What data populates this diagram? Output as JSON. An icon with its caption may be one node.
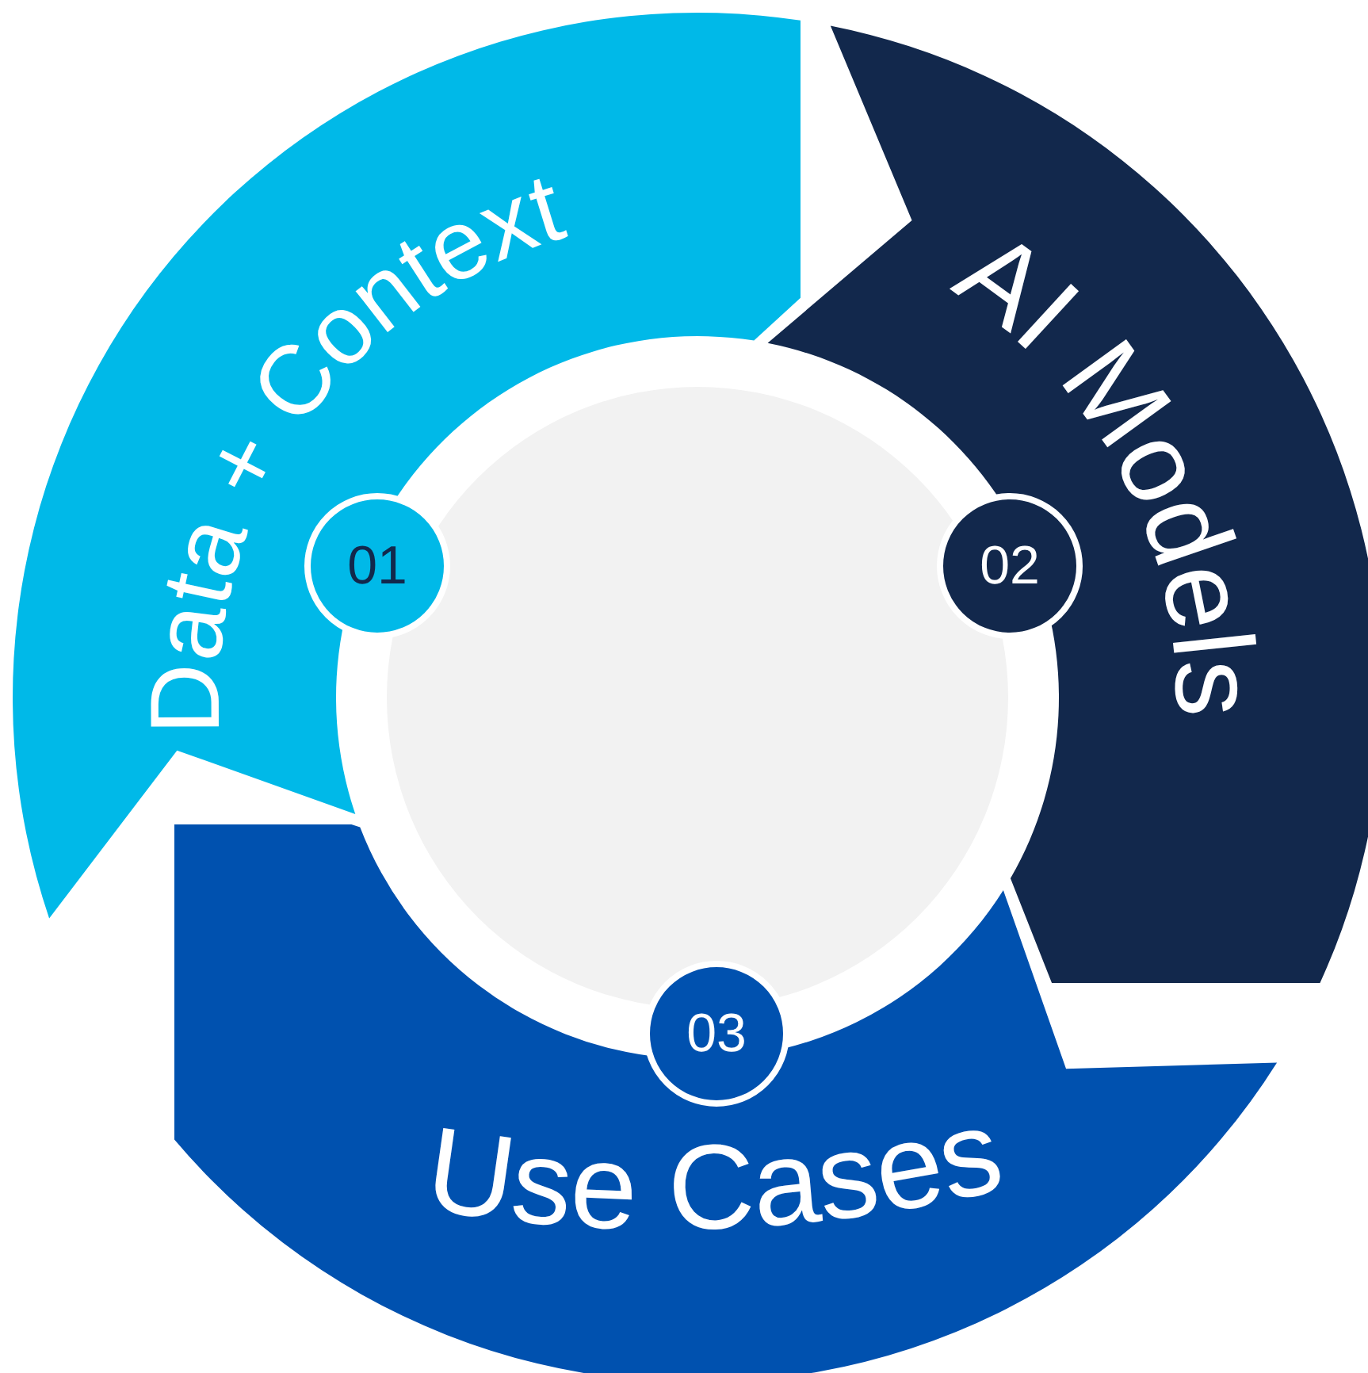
{
  "diagram": {
    "nodes": [
      {
        "text": [
          "Data + Context"
        ]
      },
      {
        "text": [
          "AI Models"
        ]
      },
      {
        "text": [
          "Use Cases"
        ]
      },
      {
        "text": [],
        "shape": "circle"
      },
      {
        "text": [
          "01"
        ]
      },
      {
        "text": [
          "02"
        ]
      },
      {
        "text": [
          "03"
        ]
      }
    ]
  }
}
